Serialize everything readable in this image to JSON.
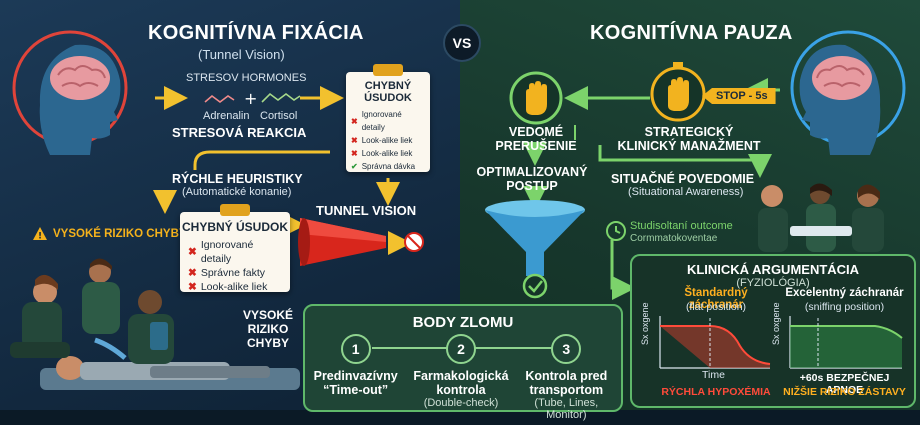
{
  "vs": "VS",
  "left": {
    "title": "KOGNITÍVNA FIXÁCIA",
    "subtitle": "(Tunnel Vision)",
    "stress_hormones": "STRESOV HORMONES",
    "adrenalin": "Adrenalin",
    "cortisol": "Cortisol",
    "stress_reaction": "STRESOVÁ REAKCIA",
    "card1": {
      "title": "CHYBNÝ ÚSUDOK",
      "items": [
        {
          "mark": "x",
          "text": "Ignorované detaily"
        },
        {
          "mark": "x",
          "text": "Look-alike liek"
        },
        {
          "mark": "x",
          "text": "Look-alike liek"
        },
        {
          "mark": "ok",
          "text": "Správna dávka"
        }
      ]
    },
    "heuristics_title": "RÝCHLE HEURISTIKY",
    "heuristics_sub": "(Automatické konanie)",
    "tunnel_vision": "TUNNEL VISION",
    "warning": "VYSOKÉ RIZIKO CHYBY",
    "card2": {
      "title": "CHYBNÝ ÚSUDOK",
      "items": [
        {
          "mark": "x",
          "text": "Ignorované detaily"
        },
        {
          "mark": "x",
          "text": "Správne fakty"
        },
        {
          "mark": "x",
          "text": "Look-alike liek"
        }
      ]
    },
    "high_risk": [
      "VYSOKÉ",
      "RIZIKO",
      "CHYBY"
    ]
  },
  "right": {
    "title": "KOGNITÍVNA PAUZA",
    "stop": "STOP - 5s",
    "conscious": [
      "VEDOMÉ",
      "PRERUŠENIE"
    ],
    "strategic": [
      "STRATEGICKÝ",
      "KLINICKÝ MANAŽMENT"
    ],
    "optimized": [
      "OPTIMALIZOVANÝ",
      "POSTUP"
    ],
    "situational": "SITUAČNÉ POVEDOMIE",
    "situational_sub": "(Situational Awareness)",
    "outcome": "Studisoltaní outcome",
    "outcome_sub": "Cormmatokoventae",
    "clinical": {
      "title": "KLINICKÁ ARGUMENTÁCIA",
      "subtitle": "(FYZIOLÓGIA)",
      "left_head": "Štandardný záchranár",
      "left_sub": "(flat position)",
      "right_head": "Excelentný záchranár",
      "right_sub": "(sniffing position)",
      "ylabel": "Sx oxgene",
      "xlabel": "Time",
      "left_result": "RÝCHLA HYPOXÉMIA",
      "right_note": "+60s BEZPEČNEJ APNOE",
      "right_result": "NIŽŠIE RIZIKO ZÁSTAVY"
    }
  },
  "body_zlomu": {
    "title": "BODY ZLOMU",
    "steps": [
      {
        "n": "1",
        "title": [
          "Predinvazívny",
          "“Time-out”"
        ],
        "sub": ""
      },
      {
        "n": "2",
        "title": [
          "Farmakologická",
          "kontrola"
        ],
        "sub": "(Double-check)"
      },
      {
        "n": "3",
        "title": [
          "Kontrola pred",
          "transportom"
        ],
        "sub": "(Tube, Lines, Monitor)"
      }
    ]
  },
  "colors": {
    "accent_red": "#e33b2e",
    "accent_green": "#5fb86a",
    "accent_orange": "#f5a623"
  }
}
